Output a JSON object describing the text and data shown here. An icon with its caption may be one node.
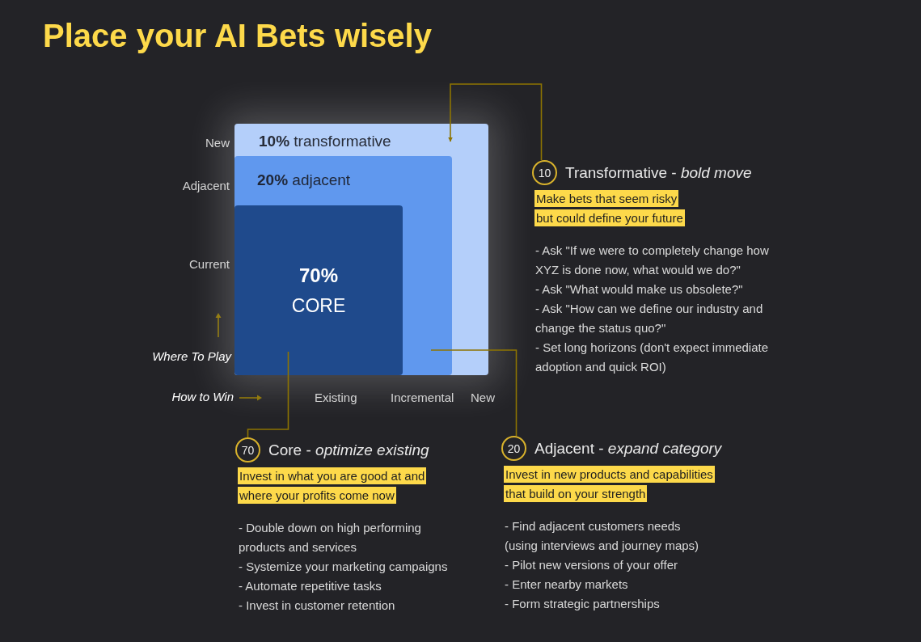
{
  "diagram": {
    "title": "Place your AI Bets wisely",
    "nodes": [
      {
        "text": [
          "**10%** transformative"
        ]
      },
      {
        "text": [
          "**20%** adjacent"
        ],
        "in": 0
      },
      {
        "text": [
          "70%",
          "CORE"
        ],
        "in": 1
      },
      {
        "text": [
          "10"
        ],
        "beside": [
          "Transformative - *bold move*",
          "Make bets that seem risky but could define your future",
          "- Ask \"If we were to completely change how XYZ is done now, what would we do?\"",
          "- Ask \"What would make us obsolete?\"",
          "- Ask \"How can we define our industry and change the status quo?\"",
          "- Set long horizons (don't expect immediate adoption and quick ROI)"
        ]
      },
      {
        "text": [
          "70"
        ],
        "beside": [
          "Core - *optimize existing*",
          "Invest in what you are good at and where your profits come now",
          "- Double down on high performing products and services",
          "- Systemize your marketing campaigns",
          "- Automate repetitive tasks",
          "- Invest in customer retention"
        ]
      },
      {
        "text": [
          "20"
        ],
        "beside": [
          "Adjacent - *expand category*",
          "Invest in new products and capabilities that build on your strength",
          "- Find adjacent customers needs (using interviews and journey maps)",
          "- Pilot new versions of your offer",
          "- Enter nearby markets",
          "- Form strategic partnerships"
        ]
      }
    ],
    "edges": [
      {
        "from": 3,
        "to": 0,
        "arrow": "to"
      },
      {
        "from": 4,
        "to": 2,
        "arrow": "none"
      },
      {
        "from": 5,
        "to": 1,
        "arrow": "none"
      }
    ],
    "labels": [
      "New",
      "Adjacent",
      "Current",
      "Where To Play",
      "How to Win",
      "Existing",
      "Incremental",
      "New"
    ]
  }
}
